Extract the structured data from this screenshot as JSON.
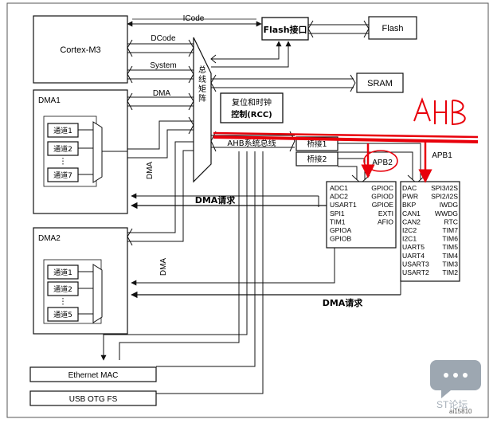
{
  "blocks": {
    "cortex": "Cortex-M3",
    "flash_if": "Flash接口",
    "flash": "Flash",
    "sram": "SRAM",
    "rcc_l1": "复位和时钟",
    "rcc_l2": "控制(RCC)",
    "bus_matrix": "总线矩阵",
    "dma1": "DMA1",
    "dma2": "DMA2",
    "ethernet": "Ethernet MAC",
    "usb": "USB OTG FS",
    "bridge1": "桥接1",
    "bridge2": "桥接2"
  },
  "buses": {
    "icode": "ICode",
    "dcode": "DCode",
    "system": "System",
    "dma": "DMA",
    "ahb": "AHB系统总线",
    "apb1": "APB1",
    "apb2": "APB2",
    "dma_req_1": "DMA请求",
    "dma_req_2": "DMA请求",
    "dma_v1": "DMA",
    "dma_v2": "DMA"
  },
  "dma1_channels": [
    "通道1",
    "通道2",
    "通道7"
  ],
  "dma2_channels": [
    "通道1",
    "通道2",
    "通道5"
  ],
  "apb2_peripherals": {
    "left": [
      "ADC1",
      "ADC2",
      "USART1",
      "SPI1",
      "TIM1",
      "GPIOA",
      "GPIOB"
    ],
    "right": [
      "GPIOC",
      "GPIOD",
      "GPIOE",
      "EXTI",
      "AFIO"
    ]
  },
  "apb1_peripherals": {
    "left": [
      "DAC",
      "PWR",
      "BKP",
      "CAN1",
      "CAN2",
      "I2C2",
      "I2C1",
      "UART5",
      "UART4",
      "USART3",
      "USART2"
    ],
    "right": [
      "SPI3/I2S",
      "SPI2/I2S",
      "IWDG",
      "WWDG",
      "RTC",
      "TIM7",
      "TIM6",
      "TIM5",
      "TIM4",
      "TIM3",
      "TIM2"
    ]
  },
  "annotation": {
    "handwritten": "AHB",
    "handwritten_color": "#e8000b"
  },
  "watermark": {
    "text": "ST论坛",
    "code": "ai15810"
  }
}
